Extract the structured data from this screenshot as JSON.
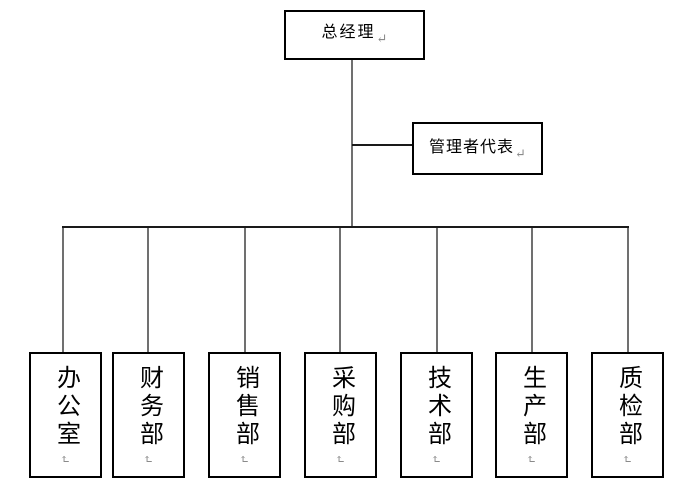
{
  "org_chart": {
    "root": {
      "label": "总经理"
    },
    "staff": {
      "label": "管理者代表"
    },
    "departments": [
      {
        "label": "办公室"
      },
      {
        "label": "财务部"
      },
      {
        "label": "销售部"
      },
      {
        "label": "采购部"
      },
      {
        "label": "技术部"
      },
      {
        "label": "生产部"
      },
      {
        "label": "质检部"
      }
    ],
    "marks": {
      "paragraph_return": "↵"
    },
    "colors": {
      "background": "#ffffff",
      "box_border": "#000000",
      "text": "#000000",
      "connector_vertical": "#707070",
      "connector_horizontal": "#1a1a1a",
      "return_mark": "#8a8a8a"
    }
  }
}
